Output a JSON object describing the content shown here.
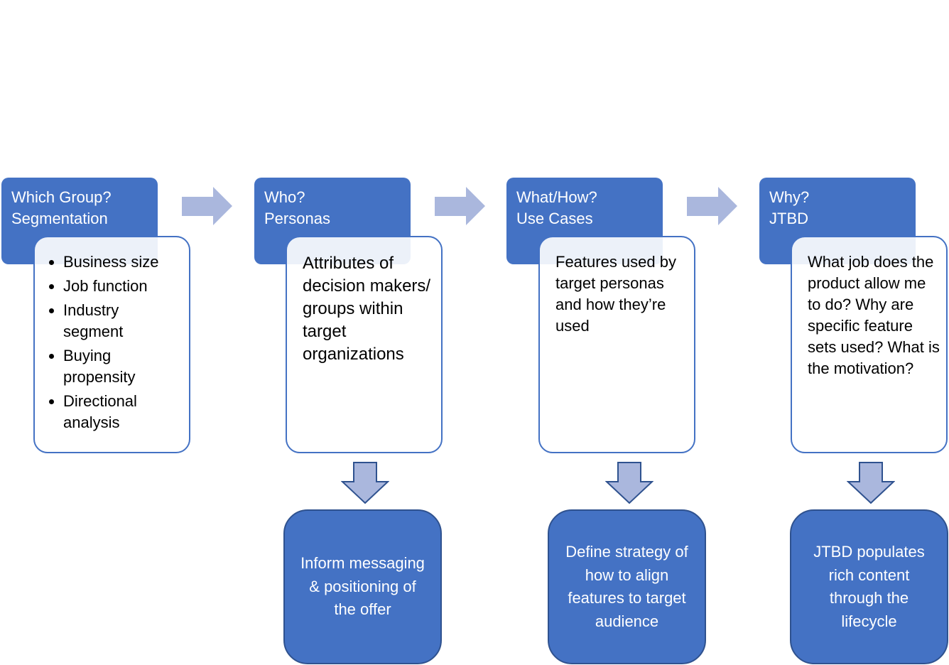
{
  "colors": {
    "box": "#4472c4",
    "arrow": "#aab7dd",
    "border": "#2f528f"
  },
  "columns": [
    {
      "header": [
        "Which Group?",
        "Segmentation"
      ],
      "bullets": [
        "Business size",
        "Job function",
        "Industry segment",
        "Buying propensity",
        "Directional analysis"
      ]
    },
    {
      "header": [
        "Who?",
        "Personas"
      ],
      "body": "Attributes of decision makers/ groups within target organizations",
      "outcome": "Inform messaging & positioning of the offer"
    },
    {
      "header": [
        "What/How?",
        "Use Cases"
      ],
      "body": "Features used by target personas and how they’re used",
      "outcome": "Define strategy of how to align features to target audience"
    },
    {
      "header": [
        "Why?",
        "JTBD"
      ],
      "body": "What job does the product allow me to do? Why are specific feature sets used? What is the motivation?",
      "outcome": "JTBD populates rich content through the lifecycle"
    }
  ]
}
